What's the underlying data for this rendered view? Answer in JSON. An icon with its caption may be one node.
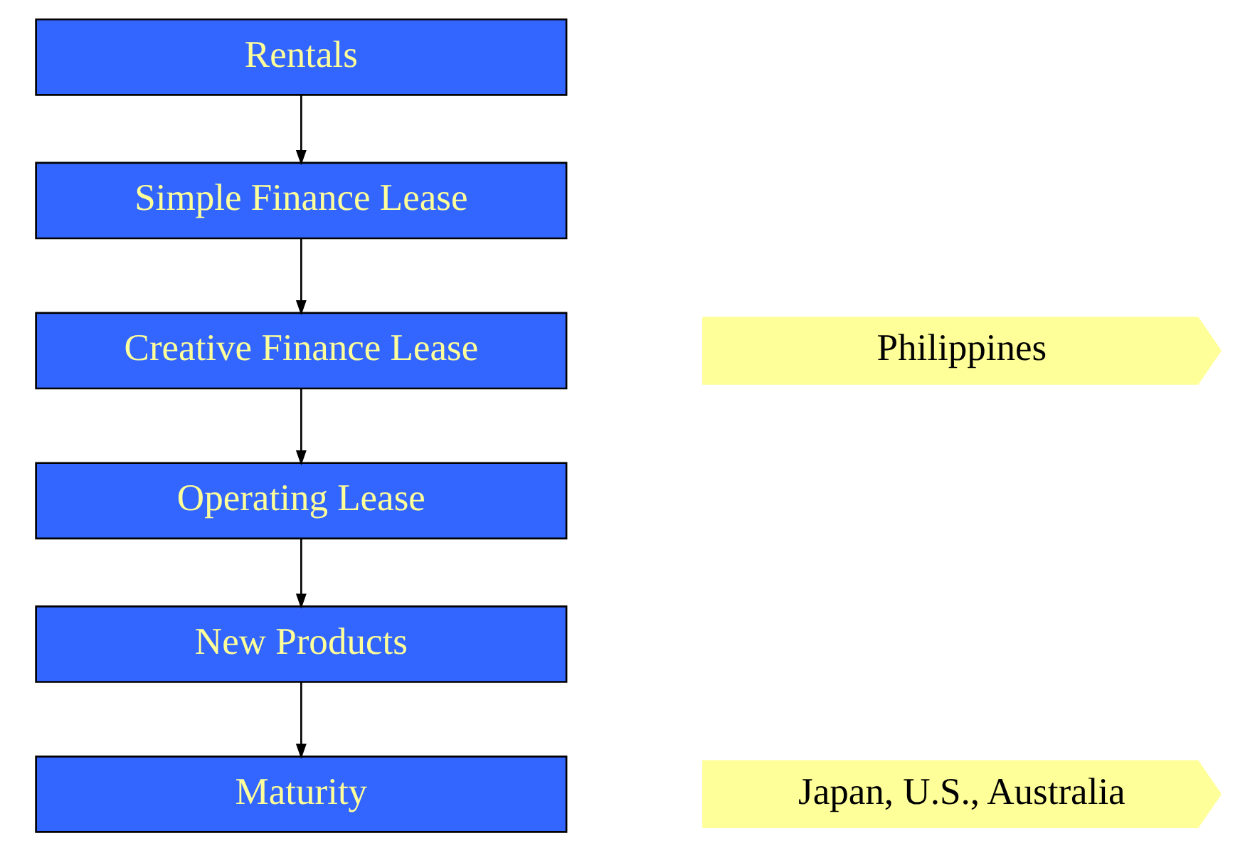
{
  "diagram": {
    "nodes": [
      {
        "text": [
          "Rentals"
        ]
      },
      {
        "text": [
          "Simple Finance Lease"
        ]
      },
      {
        "text": [
          "Creative Finance Lease"
        ]
      },
      {
        "text": [
          "Operating Lease"
        ]
      },
      {
        "text": [
          "New Products"
        ]
      },
      {
        "text": [
          "Maturity"
        ]
      },
      {
        "text": [
          "Philippines"
        ]
      },
      {
        "text": [
          "Japan, U.S., Australia"
        ]
      }
    ],
    "edges": [
      {
        "from": 0,
        "to": 1,
        "arrow": "to"
      },
      {
        "from": 1,
        "to": 2,
        "arrow": "to"
      },
      {
        "from": 2,
        "to": 3,
        "arrow": "to"
      },
      {
        "from": 3,
        "to": 4,
        "arrow": "to"
      },
      {
        "from": 4,
        "to": 5,
        "arrow": "to"
      }
    ]
  }
}
